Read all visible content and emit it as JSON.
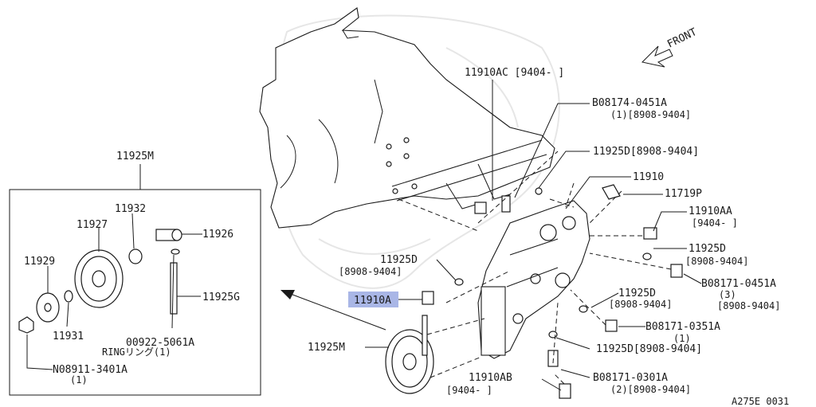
{
  "direction_label": "FRONT",
  "box": {
    "title": "11925M",
    "items": [
      {
        "id": "11932"
      },
      {
        "id": "11927"
      },
      {
        "id": "11926"
      },
      {
        "id": "11929"
      },
      {
        "id": "11925G"
      },
      {
        "id": "11931"
      },
      {
        "id": "00922-5061A"
      },
      {
        "id": "RINGリング(1)"
      },
      {
        "id": "N08911-3401A"
      },
      {
        "id": "(1)"
      }
    ]
  },
  "callouts": [
    {
      "part": "11910AC",
      "range": "[9404-    ]"
    },
    {
      "part": "B08174-0451A",
      "qty_range": "(1)[8908-9404]"
    },
    {
      "part": "11925D",
      "range": "[8908-9404]"
    },
    {
      "part": "11910"
    },
    {
      "part": "11719P"
    },
    {
      "part": "11910AA",
      "range": "[9404-    ]"
    },
    {
      "part": "11925D",
      "range": "[8908-9404]"
    },
    {
      "part": "B08171-0451A",
      "qty": "(3)",
      "range": "[8908-9404]"
    },
    {
      "part": "11925D",
      "range": "[8908-9404]"
    },
    {
      "part": "11910A"
    },
    {
      "part": "11925D",
      "range": "[8908-9404]"
    },
    {
      "part": "B08171-0351A",
      "qty": "(1)"
    },
    {
      "part": "11925D",
      "range": "[8908-9404]"
    },
    {
      "part": "11925M"
    },
    {
      "part": "B08171-0301A",
      "qty_range": "(2)[8908-9404]"
    },
    {
      "part": "11910AB",
      "range": "[9404-    ]"
    }
  ],
  "figure_id": "A275E 0031",
  "highlight_color": "#a9b6e6"
}
